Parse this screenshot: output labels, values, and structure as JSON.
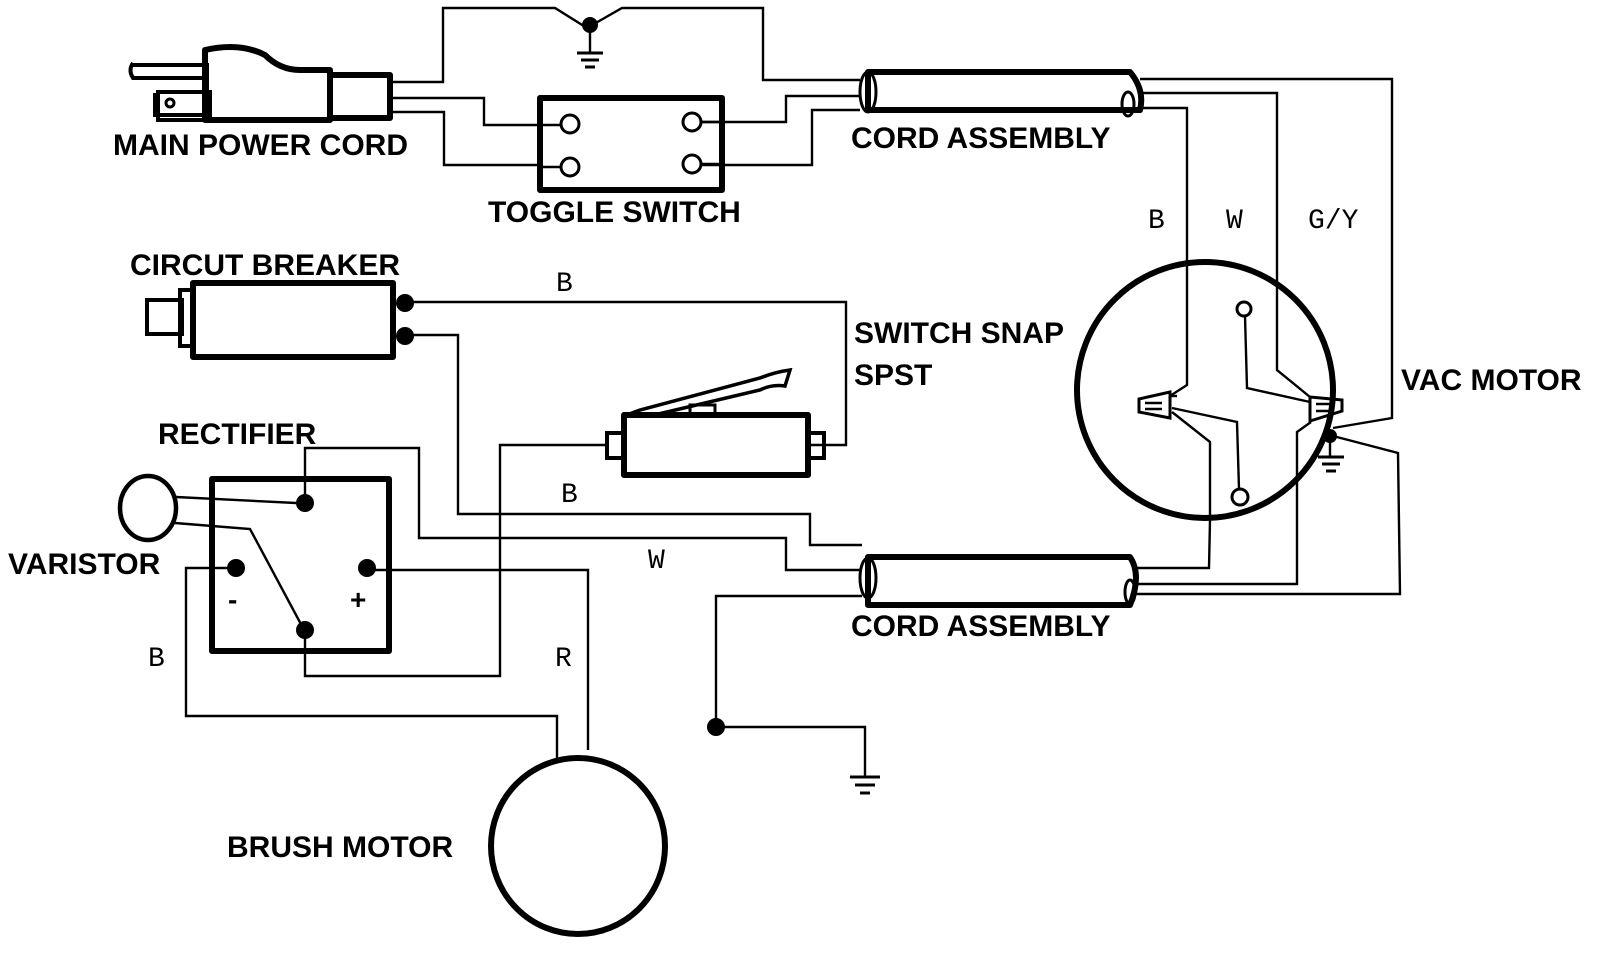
{
  "diagram": {
    "title": "Vacuum Cleaner Wiring Diagram",
    "components": {
      "main_power_cord": "MAIN POWER CORD",
      "toggle_switch": "TOGGLE SWITCH",
      "cord_assembly_top": "CORD ASSEMBLY",
      "cord_assembly_bottom": "CORD ASSEMBLY",
      "circuit_breaker": "CIRCUT BREAKER",
      "switch_snap_line1": "SWITCH SNAP",
      "switch_snap_line2": "SPST",
      "rectifier": "RECTIFIER",
      "varistor": "VARISTOR",
      "vac_motor": "VAC MOTOR",
      "brush_motor": "BRUSH MOTOR"
    },
    "wire_labels": {
      "vac_black": "B",
      "vac_white": "W",
      "vac_ground": "G/Y",
      "breaker_to_snap": "B",
      "breaker_to_cord": "B",
      "rectifier_white": "W",
      "rectifier_negative_black": "B",
      "rectifier_positive_red": "R"
    },
    "polarity": {
      "negative": "-",
      "positive": "+"
    }
  }
}
